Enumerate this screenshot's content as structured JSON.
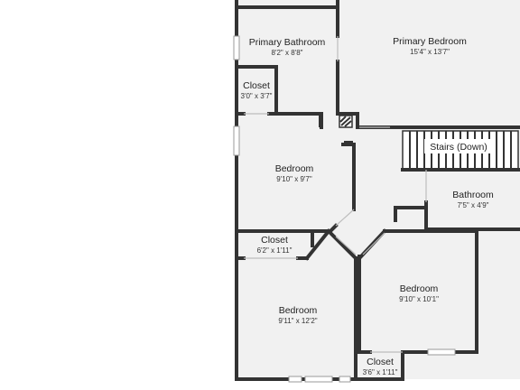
{
  "rooms": [
    {
      "id": "primary-bathroom",
      "name": "Primary Bathroom",
      "dims": "8'2\" x 8'8\""
    },
    {
      "id": "primary-bedroom",
      "name": "Primary Bedroom",
      "dims": "15'4\" x 13'7\""
    },
    {
      "id": "closet-primary",
      "name": "Closet",
      "dims": "3'0\" x 3'7\""
    },
    {
      "id": "bedroom-upper-left",
      "name": "Bedroom",
      "dims": "9'10\" x 9'7\""
    },
    {
      "id": "stairs",
      "name": "Stairs (Down)",
      "dims": ""
    },
    {
      "id": "bathroom",
      "name": "Bathroom",
      "dims": "7'5\" x 4'9\""
    },
    {
      "id": "closet-middle",
      "name": "Closet",
      "dims": "6'2\" x 1'11\""
    },
    {
      "id": "bedroom-lower-right",
      "name": "Bedroom",
      "dims": "9'10\" x 10'1\""
    },
    {
      "id": "bedroom-lower-left",
      "name": "Bedroom",
      "dims": "9'11\" x 12'2\""
    },
    {
      "id": "closet-bottom",
      "name": "Closet",
      "dims": "3'6\" x 1'11\""
    }
  ],
  "colors": {
    "wall": "#333333",
    "floor": "#f1f1f1",
    "background": "#ffffff"
  }
}
